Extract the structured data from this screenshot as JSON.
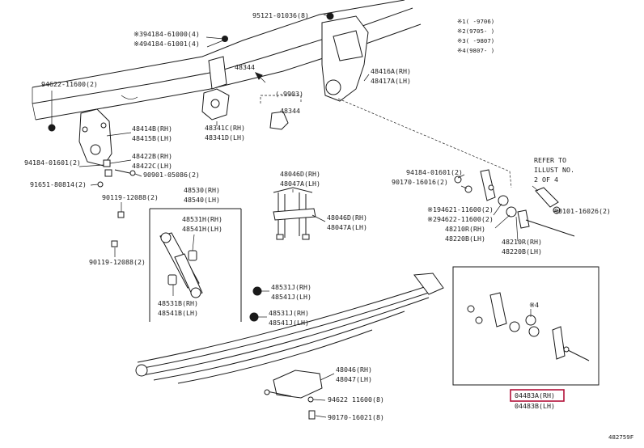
{
  "callouts": {
    "p95121": "95121-01036(8)",
    "p94184a": "※394184-61000(4)",
    "p94184b": "※494184-61001(4)",
    "p48344a": "48344",
    "p94622": "94622-11600(2)",
    "p48416": "48416A(RH)",
    "p48417": "48417A(LH)",
    "p9903": "(-9903)",
    "p48344b": "48344",
    "p48414": "48414B(RH)",
    "p48415": "48415B(LH)",
    "p48341c": "48341C(RH)",
    "p48341d": "48341D(LH)",
    "p94184c": "94184-01601(2)",
    "p48422b": "48422B(RH)",
    "p48422c": "48422C(LH)",
    "p91651": "91651-80814(2)",
    "p90901": "90901-05086(2)",
    "p48530": "48530(RH)",
    "p48540": "48540(LH)",
    "p90119a": "90119-12088(2)",
    "p90119b": "90119-12088(2)",
    "p48531h": "48531H(RH)",
    "p48541h": "48541H(LH)",
    "p48531b": "48531B(RH)",
    "p48541b": "48541B(LH)",
    "p48046d_l": "48046D(RH)",
    "p48047a_l": "48047A(LH)",
    "p48046d_r": "48046D(RH)",
    "p48047a_r": "48047A(LH)",
    "p48531j_a": "48531J(RH)",
    "p48541j_a": "48541J(LH)",
    "p48531j_b": "48531J(RH)",
    "p48541j_b": "48541J(LH)",
    "p48046": "48046(RH)",
    "p48047": "48047(LH)",
    "p94622b": "94622 11600(8)",
    "p90170b": "90170-16021(8)",
    "p94184d": "94184-01601(2)",
    "p90170a": "90170-16016(2)",
    "p94621": "※194621-11600(2)",
    "p94622c": "※294622-11600(2)",
    "p48210r": "48210R(RH)",
    "p48220b": "48220B(LH)",
    "p48210r2": "48210R(RH)",
    "p48220b2": "48220B(LH)",
    "p90101": "90101-16026(2)",
    "p04483a": "04483A(RH)",
    "p04483b": "04483B(LH)",
    "star4": "※4"
  },
  "note": {
    "line1": "REFER TO",
    "line2": "ILLUST NO.",
    "line3": "2 OF 4"
  },
  "legend": {
    "r1": "※1(    -9706)",
    "r2": "※2(9705-    )",
    "r3": "※3(    -9807)",
    "r4": "※4(9807-    )"
  },
  "diagram_id": "482759F"
}
